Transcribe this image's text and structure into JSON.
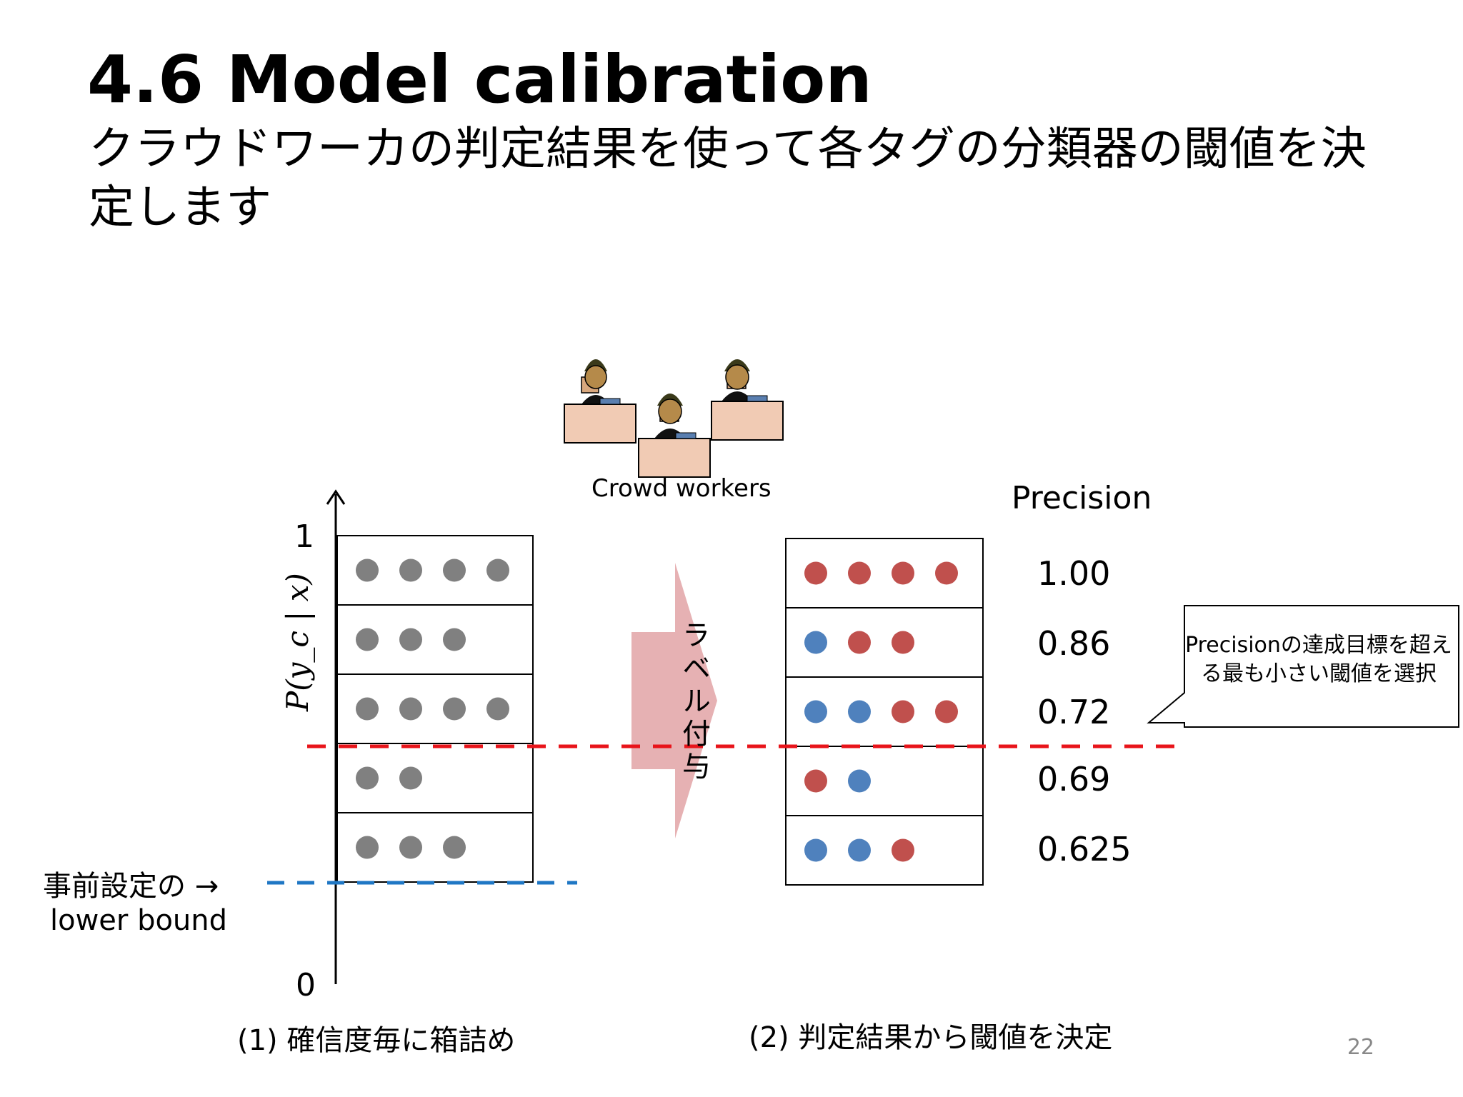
{
  "slide": {
    "title": "4.6 Model calibration",
    "subtitle": "クラウドワーカの判定結果を使って各タグの分類器の閾値を決定します",
    "page_number": "22"
  },
  "diagram": {
    "crowd_label": "Crowd workers",
    "axis": {
      "top_label": "1",
      "bottom_label": "0",
      "y_label": "P(y_c | x)"
    },
    "lower_bound_label_line1": "事前設定の →",
    "lower_bound_label_line2": "lower bound",
    "arrow_label": "ラベル付与",
    "precision_header": "Precision",
    "left_bins": [
      {
        "dots": [
          "gray",
          "gray",
          "gray",
          "gray"
        ]
      },
      {
        "dots": [
          "gray",
          "gray",
          "gray"
        ]
      },
      {
        "dots": [
          "gray",
          "gray",
          "gray",
          "gray"
        ]
      },
      {
        "dots": [
          "gray",
          "gray"
        ]
      },
      {
        "dots": [
          "gray",
          "gray",
          "gray"
        ]
      }
    ],
    "right_bins": [
      {
        "dots": [
          "red",
          "red",
          "red",
          "red"
        ],
        "precision": "1.00"
      },
      {
        "dots": [
          "blue",
          "red",
          "red"
        ],
        "precision": "0.86"
      },
      {
        "dots": [
          "blue",
          "blue",
          "red",
          "red"
        ],
        "precision": "0.72"
      },
      {
        "dots": [
          "red",
          "blue"
        ],
        "precision": "0.69"
      },
      {
        "dots": [
          "blue",
          "blue",
          "red"
        ],
        "precision": "0.625"
      }
    ],
    "callout": "Precisionの達成目標を超える最も小さい閾値を選択",
    "caption_left": "(1) 確信度毎に箱詰め",
    "caption_right": "(2) 判定結果から閾値を決定",
    "colors": {
      "gray": "#808080",
      "red": "#C0504D",
      "blue": "#4F81BD",
      "threshold": "#E8141A",
      "lower_bound": "#1F77C4",
      "arrow": "#E6B1B3"
    }
  }
}
